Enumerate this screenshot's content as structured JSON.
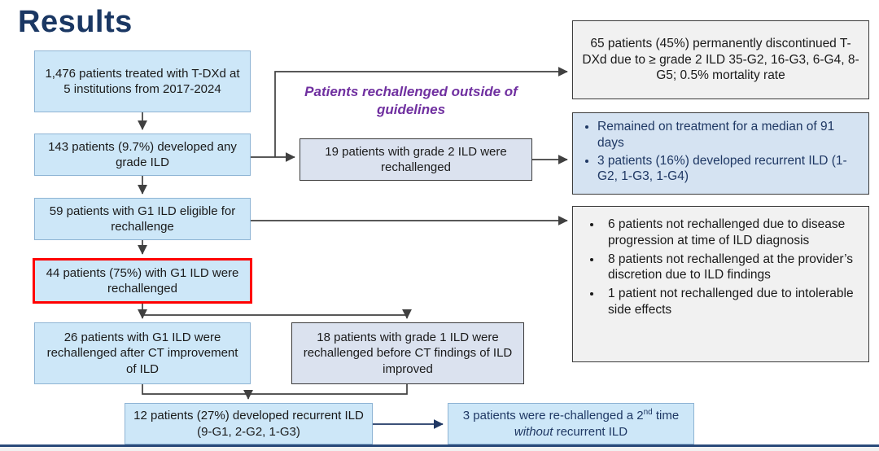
{
  "title": "Results",
  "colors": {
    "title_navy": "#1a3763",
    "box_blue_fill": "#cde7f8",
    "box_blue_border": "#8eb4d4",
    "box_lavender_fill": "#dbe2ef",
    "box_gray_fill": "#f1f1f1",
    "panel_blue_fill": "#d5e3f2",
    "dark_border": "#3a3a3a",
    "navy_text": "#1f3864",
    "purple_label": "#7030a0",
    "highlight_red": "#ff0000",
    "arrow": "#404040",
    "arrow_navy": "#203864"
  },
  "boxes": {
    "treated": "1,476 patients treated with T-DXd at 5 institutions from 2017-2024",
    "developed_ild": "143 patients (9.7%) developed any grade ILD",
    "eligible": "59 patients with G1 ILD eligible for rechallenge",
    "rechallenged": "44 patients (75%) with G1 ILD were rechallenged",
    "rechallenged_after_ct": "26 patients with G1 ILD were rechallenged after CT improvement of ILD",
    "recurrent_ild": "12 patients (27%) developed recurrent ILD (9-G1, 2-G2, 1-G3)",
    "grade2_rechallenged": "19 patients with grade 2 ILD were rechallenged",
    "rechallenged_before_ct": "18 patients with grade 1 ILD were rechallenged before CT findings of ILD improved"
  },
  "labels": {
    "outside_guidelines": "Patients rechallenged outside of guidelines"
  },
  "second_rechallenge": {
    "pre": "3 patients were re-challenged a 2",
    "sup": "nd",
    "mid": " time ",
    "italic": "without",
    "post": " recurrent ILD"
  },
  "panels": {
    "discontinued": "65 patients (45%) permanently discontinued T-DXd due to ≥ grade 2 ILD 35-G2, 16-G3, 6-G4, 8-G5; 0.5% mortality rate",
    "remained_bullets": [
      "Remained on treatment for a median of 91 days",
      "3 patients (16%) developed recurrent ILD (1-G2, 1-G3, 1-G4)"
    ],
    "not_rechallenged_bullets": [
      "6 patients not rechallenged due to disease progression at time of ILD diagnosis",
      "8 patients not rechallenged at the provider’s discretion due to ILD findings",
      "1 patient not rechallenged due to intolerable side effects"
    ]
  }
}
